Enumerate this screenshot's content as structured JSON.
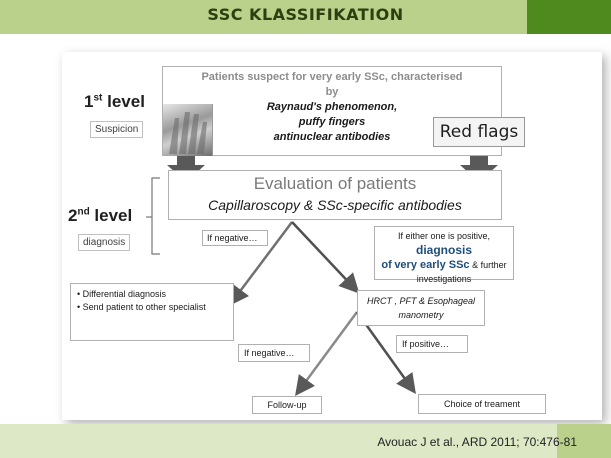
{
  "header": {
    "title": "SSC KLASSIFIKATION"
  },
  "levels": {
    "first": {
      "number": "1",
      "suffix": "st",
      "word": "level",
      "tag": "Suspicion"
    },
    "second": {
      "number": "2",
      "suffix": "nd",
      "word": "level",
      "tag": "diagnosis"
    }
  },
  "suspect": {
    "line1": "Patients suspect for very early SSc, characterised",
    "line2": "by",
    "line3": "Raynaud's phenomenon,",
    "line4": "puffy fingers",
    "line5": "antinuclear antibodies"
  },
  "red_flags": "Red flags",
  "evaluation": {
    "title": "Evaluation of patients",
    "subtitle": "Capillaroscopy & SSc-specific antibodies"
  },
  "if_negative_1": "If negative…",
  "positive_note": {
    "part1": "If either one is positive,",
    "part2": "diagnosis",
    "part3": "of",
    "part4": "very early SSc",
    "part5": "& further investigations"
  },
  "differential": {
    "item1": "Differential diagnosis",
    "item2": "Send patient to other specialist"
  },
  "tests": {
    "line1": "HRCT , PFT & Esophageal",
    "line2": "manometry"
  },
  "if_negative_2": "If negative…",
  "if_positive": "If  positive…",
  "follow_up": "Follow-up",
  "treatment": "Choice of treament",
  "citation": "Avouac J et al., ARD 2011; 70:476-81",
  "colors": {
    "header": "#b9d18a",
    "header_accent": "#4f8a1f",
    "arrow": "#595959",
    "diagnosis_text": "#1f4e79"
  }
}
